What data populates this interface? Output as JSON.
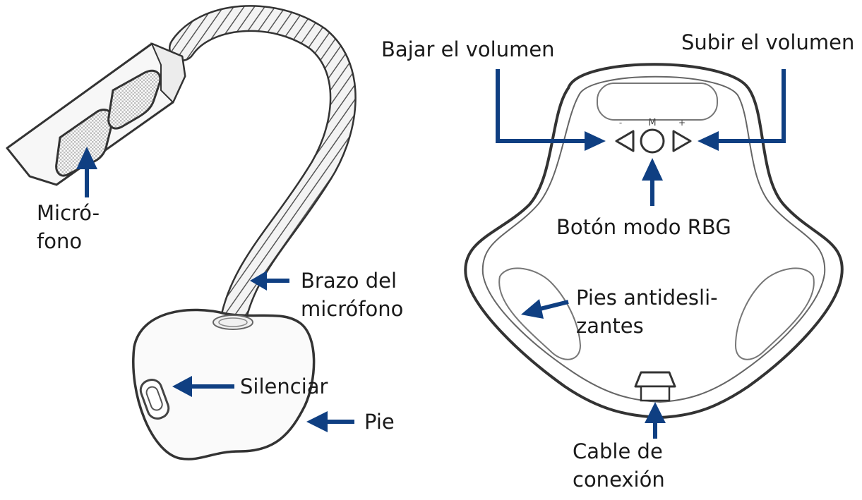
{
  "colors": {
    "arrow": "#0f3f82",
    "outline": "#3a3a3a",
    "background": "#ffffff"
  },
  "left_figure": {
    "labels": {
      "microfono_line1": "Micró-",
      "microfono_line2": "fono",
      "brazo_line1": "Brazo del",
      "brazo_line2": "micrófono",
      "silenciar": "Silenciar",
      "pie": "Pie"
    }
  },
  "right_figure": {
    "button_marks": {
      "minus": "-",
      "mode": "M",
      "plus": "+"
    },
    "labels": {
      "bajar": "Bajar el volumen",
      "subir": "Subir el volumen",
      "boton_modo": "Botón modo RBG",
      "pies_line1": "Pies antidesli-",
      "pies_line2": "zantes",
      "cable_line1": "Cable de",
      "cable_line2": "conexión"
    }
  },
  "icons": [
    "arrow-icon",
    "microphone-icon",
    "base-icon",
    "mute-switch-icon",
    "volume-down-icon",
    "volume-up-icon",
    "mode-button-icon"
  ]
}
